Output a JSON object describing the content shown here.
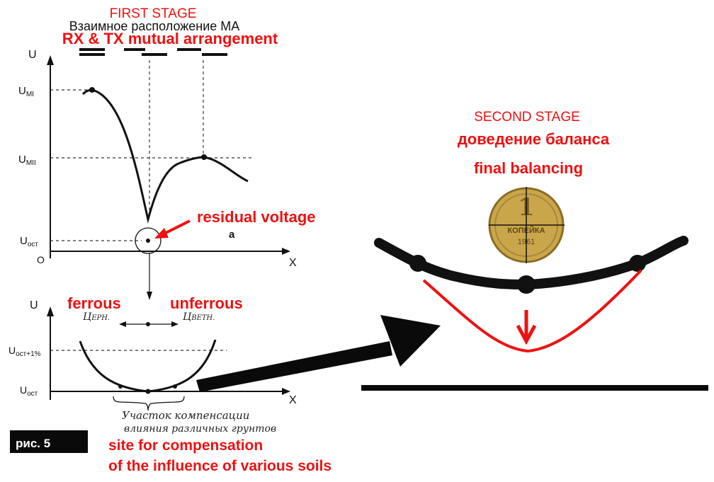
{
  "first_stage": {
    "title": "FIRST STAGE",
    "russian_heading": "Взаимное расположение МА",
    "english_heading": "RX & TX mutual arrangement",
    "residual_label": "residual voltage",
    "point_label": "a"
  },
  "top_chart": {
    "y_axis": "U",
    "x_axis": "X",
    "origin": "O",
    "tick_labels": [
      "U",
      "U",
      "U"
    ],
    "tick_subscripts": [
      "MI",
      "MII",
      "ост"
    ]
  },
  "bottom_chart": {
    "y_axis": "U",
    "x_axis": "X",
    "tick_labels": [
      "U",
      "U"
    ],
    "tick_subscripts": [
      "ост+1%",
      "ост"
    ],
    "ferrous": "ferrous",
    "unferrous": "unferrous",
    "left_marker": "Ц",
    "left_marker_sub": "ЕРН.",
    "right_marker": "Ц",
    "right_marker_sub": "ВЕТН.",
    "handwritten_line1": "Участок компенсации",
    "handwritten_line2": "влияния различных грунтов",
    "figure_label": "рис. 5",
    "site_line1": "site for compensation",
    "site_line2": "of the influence of various soils"
  },
  "second_stage": {
    "title": "SECOND STAGE",
    "russian_heading": "доведение баланса",
    "english_heading": "final balancing",
    "coin_text_top": "1",
    "coin_text_mid": "КОПЕЙКА",
    "coin_text_year": "1961"
  },
  "colors": {
    "annotation_red": "#ee1111",
    "ink": "#111111",
    "coin": "#c9a64a"
  }
}
